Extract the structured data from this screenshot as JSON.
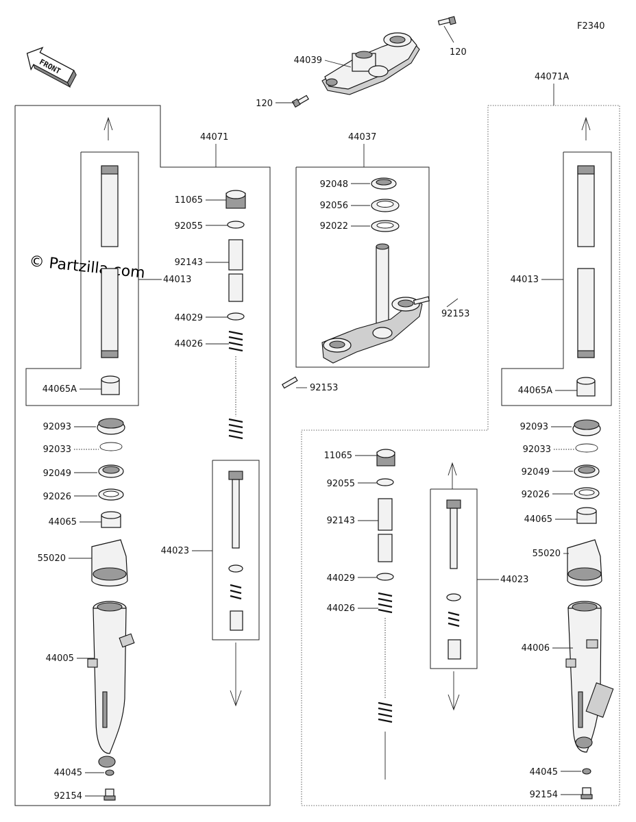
{
  "figure_code": "F2340",
  "watermark": "© Partzilla.com",
  "front_label": "FRONT",
  "callouts": {
    "c44039": "44039",
    "c120a": "120",
    "c120b": "120",
    "c44071": "44071",
    "c44071a": "44071A",
    "c44037": "44037",
    "c92048": "92048",
    "c92056": "92056",
    "c92022": "92022",
    "c92153a": "92153",
    "c92153b": "92153",
    "c11065a": "11065",
    "c92055a": "92055",
    "c92143a": "92143",
    "c44029a": "44029",
    "c44026a": "44026",
    "c44023a": "44023",
    "c44013a": "44013",
    "c44065Aa": "44065A",
    "c92093a": "92093",
    "c92033a": "92033",
    "c92049a": "92049",
    "c92026a": "92026",
    "c44065a": "44065",
    "c55020a": "55020",
    "c44005": "44005",
    "c44045a": "44045",
    "c92154a": "92154",
    "c11065b": "11065",
    "c92055b": "92055",
    "c92143b": "92143",
    "c44029b": "44029",
    "c44026b": "44026",
    "c44023b": "44023",
    "c44013b": "44013",
    "c44065Ab": "44065A",
    "c92093b": "92093",
    "c92033b": "92033",
    "c92049b": "92049",
    "c92026b": "92026",
    "c44065b": "44065",
    "c55020b": "55020",
    "c44006": "44006",
    "c44045b": "44045",
    "c92154b": "92154"
  }
}
